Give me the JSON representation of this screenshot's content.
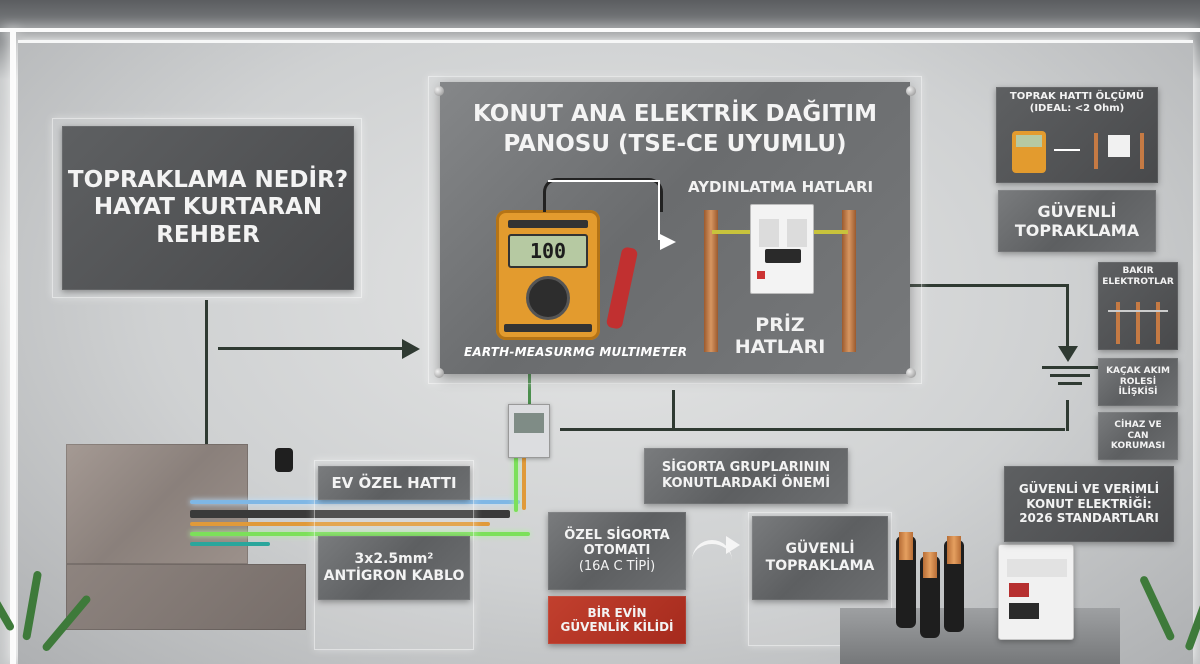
{
  "main_title_line1": "KONUT ANA ELEKTRİK DAĞITIM",
  "main_title_line2": "PANOSU (TSE-CE UYUMLU)",
  "left_title_line1": "TOPRAKLAMA NEDİR?",
  "left_title_line2": "HAYAT KURTARAN",
  "left_title_line3": "REHBER",
  "multimeter_display": "100",
  "multimeter_caption": "EARTH-MEASURMG MULTIMETER",
  "lighting_lines": "AYDINLATMA HATLARI",
  "socket_lines_1": "PRİZ",
  "socket_lines_2": "HATLARI",
  "ground_test_1": "TOPRAK HATTI ÖLÇÜMÜ",
  "ground_test_2": "(IDEAL: <2 Ohm)",
  "safe_grounding_right_1": "GÜVENLİ",
  "safe_grounding_right_2": "TOPRAKLAMA",
  "copper_electrodes_1": "BAKIR",
  "copper_electrodes_2": "ELEKTROTLAR",
  "leakage_relay_1": "KAÇAK AKIM",
  "leakage_relay_2": "ROLESİ",
  "leakage_relay_3": "İLİŞKİSİ",
  "device_protection_1": "CİHAZ VE",
  "device_protection_2": "CAN",
  "device_protection_3": "KORUMASI",
  "home_line": "EV ÖZEL HATTI",
  "cable_1": "3x2.5mm²",
  "cable_2": "ANTİGRON KABLO",
  "fuse_groups_1": "SİGORTA GRUPLARININ",
  "fuse_groups_2": "KONUTLARDAKİ ÖNEMİ",
  "special_fuse_1": "ÖZEL SİGORTA",
  "special_fuse_2": "OTOMATI",
  "special_fuse_3": "(16A C TİPİ)",
  "home_lock_1": "BİR EVİN",
  "home_lock_2": "GÜVENLİK KİLİDİ",
  "safe_grounding_mid_1": "GÜVENLİ",
  "safe_grounding_mid_2": "TOPRAKLAMA",
  "standards_1": "GÜVENLİ VE VERİMLİ",
  "standards_2": "KONUT ELEKTRİĞİ:",
  "standards_3": "2026 STANDARTLARI"
}
